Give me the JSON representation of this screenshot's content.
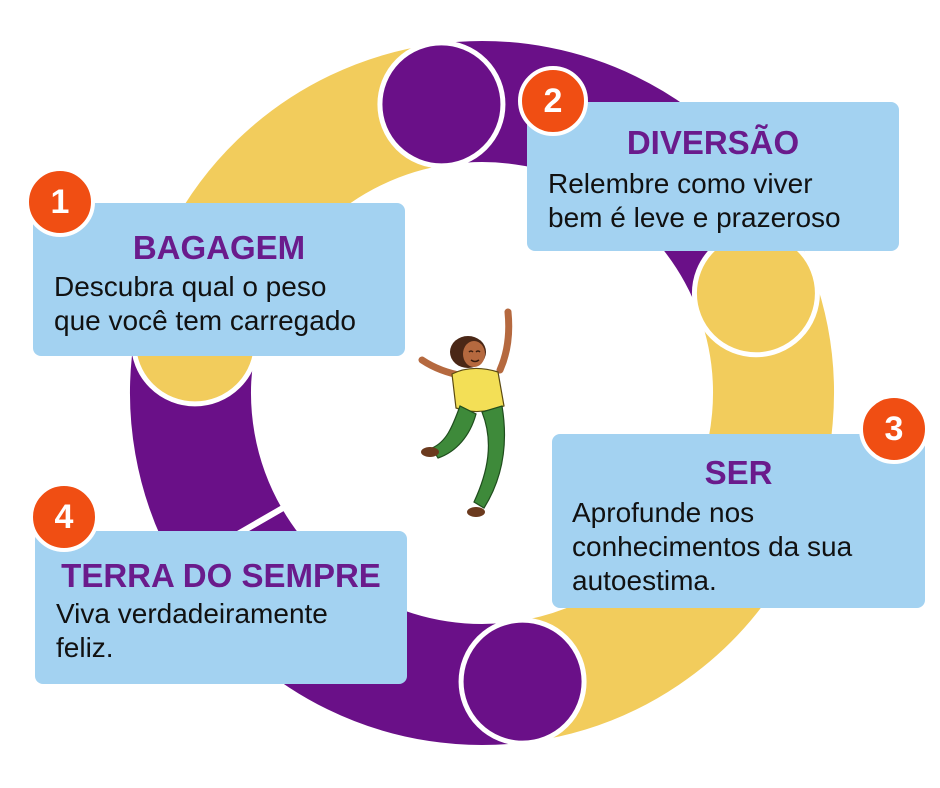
{
  "colors": {
    "ring_purple": "#6a1088",
    "ring_yellow": "#f2cc5c",
    "card_fill": "#a3d2f1",
    "title_purple": "#6a1b8c",
    "badge_orange": "#f04e13",
    "text": "#111111"
  },
  "steps": [
    {
      "number": "1",
      "title": "BAGAGEM",
      "description": "Descubra qual o peso\nque você tem carregado"
    },
    {
      "number": "2",
      "title": "DIVERSÃO",
      "description": "Relembre como viver\nbem é leve e prazeroso"
    },
    {
      "number": "3",
      "title": "SER",
      "description": "Aprofunde nos\nconhecimentos da sua\nautoestima."
    },
    {
      "number": "4",
      "title": "TERRA DO SEMPRE",
      "description": "Viva verdadeiramente\nfeliz."
    }
  ],
  "icons": {
    "center": "jumping-woman-illustration"
  }
}
